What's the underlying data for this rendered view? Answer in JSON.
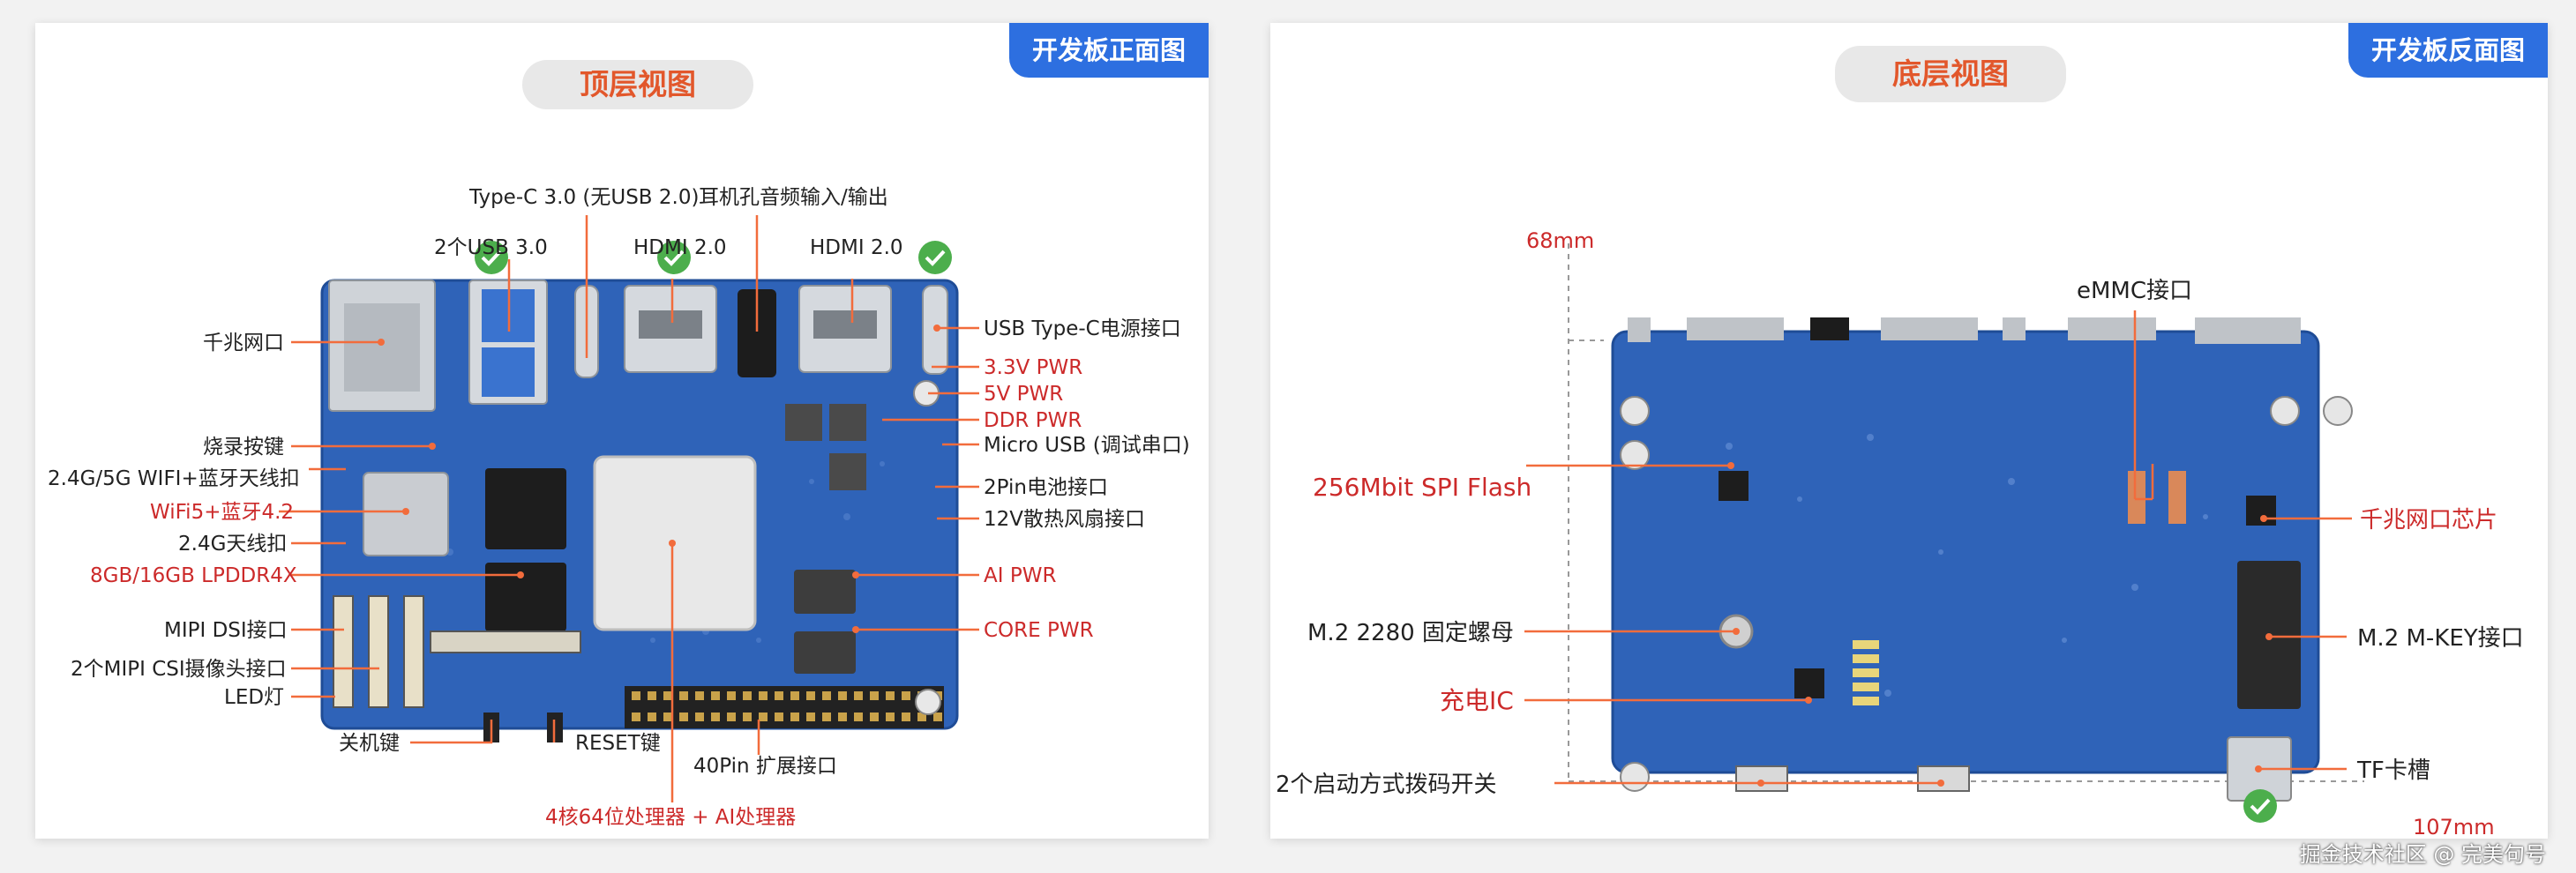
{
  "front": {
    "corner_tag": "开发板正面图",
    "view_title": "顶层视图",
    "labels": {
      "type_c": "Type-C 3.0 (无USB 2.0)",
      "audio": "耳机孔音频输入/输出",
      "usb3": "2个USB 3.0",
      "hdmi_left": "HDMI 2.0",
      "hdmi_right": "HDMI 2.0",
      "ethernet": "千兆网口",
      "usb_c_power": "USB Type-C电源接口",
      "pwr_33": "3.3V PWR",
      "pwr_5": "5V PWR",
      "ddr_pwr": "DDR PWR",
      "micro_usb": "Micro USB (调试串口)",
      "burn_key": "烧录按键",
      "wifi_ant": "2.4G/5G WIFI+蓝牙天线扣",
      "wifi_bt": "WiFi5+蓝牙4.2",
      "ant_24": "2.4G天线扣",
      "lpddr": "8GB/16GB LPDDR4X",
      "battery": "2Pin电池接口",
      "fan": "12V散热风扇接口",
      "ai_pwr": "AI PWR",
      "core_pwr": "CORE PWR",
      "mipi_dsi": "MIPI DSI接口",
      "mipi_csi": "2个MIPI CSI摄像头接口",
      "led": "LED灯",
      "power_key": "关机键",
      "reset_key": "RESET键",
      "gpio40": "40Pin 扩展接口",
      "processor": "4核64位处理器 + AI处理器"
    }
  },
  "back": {
    "corner_tag": "开发板反面图",
    "view_title": "底层视图",
    "labels": {
      "height_dim": "68mm",
      "width_dim": "107mm",
      "emmc": "eMMC接口",
      "spi_flash": "256Mbit SPI Flash",
      "eth_chip": "千兆网口芯片",
      "m2_nut": "M.2 2280 固定螺母",
      "m2_key": "M.2 M-KEY接口",
      "charge_ic": "充电IC",
      "tf_slot": "TF卡槽",
      "boot_switch": "2个启动方式拨码开关"
    }
  },
  "watermark": "掘金技术社区 @ 完美句号",
  "colors": {
    "accent_blue": "#2d6fe0",
    "title_orange": "#e2572b",
    "label_red": "#cc2a2a",
    "leader_orange": "#f26c3c",
    "pcb_blue": "#2f63b8",
    "check_green": "#4cae4c"
  }
}
